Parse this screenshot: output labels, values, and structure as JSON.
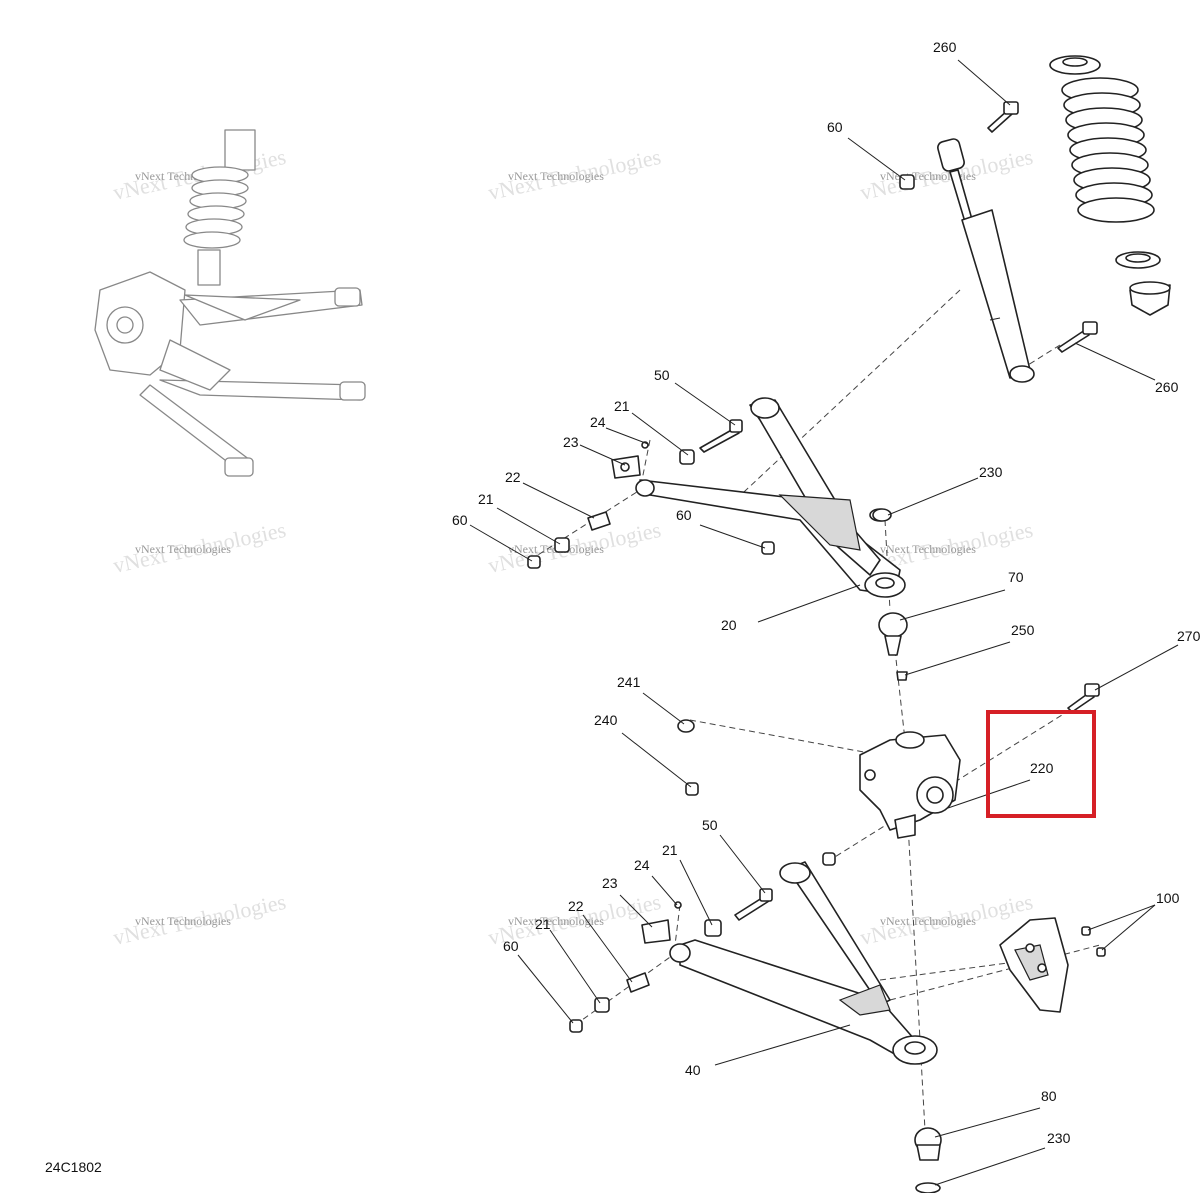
{
  "diagram_code": "24C1802",
  "watermark_text": "vNext Technologies",
  "highlight_color": "#d61f26",
  "highlighted_part": "220",
  "callouts": [
    {
      "id": "c260a",
      "label": "260"
    },
    {
      "id": "c60a",
      "label": "60"
    },
    {
      "id": "c260b",
      "label": "260"
    },
    {
      "id": "c50a",
      "label": "50"
    },
    {
      "id": "c21a",
      "label": "21"
    },
    {
      "id": "c24a",
      "label": "24"
    },
    {
      "id": "c23a",
      "label": "23"
    },
    {
      "id": "c230a",
      "label": "230"
    },
    {
      "id": "c22a",
      "label": "22"
    },
    {
      "id": "c21b",
      "label": "21"
    },
    {
      "id": "c60b",
      "label": "60"
    },
    {
      "id": "c60c",
      "label": "60"
    },
    {
      "id": "c70",
      "label": "70"
    },
    {
      "id": "c20",
      "label": "20"
    },
    {
      "id": "c250",
      "label": "250"
    },
    {
      "id": "c270",
      "label": "270"
    },
    {
      "id": "c241",
      "label": "241"
    },
    {
      "id": "c240",
      "label": "240"
    },
    {
      "id": "c220",
      "label": "220"
    },
    {
      "id": "c50b",
      "label": "50"
    },
    {
      "id": "c21c",
      "label": "21"
    },
    {
      "id": "c24b",
      "label": "24"
    },
    {
      "id": "c23b",
      "label": "23"
    },
    {
      "id": "c22b",
      "label": "22"
    },
    {
      "id": "c21d",
      "label": "21"
    },
    {
      "id": "c60d",
      "label": "60"
    },
    {
      "id": "c100",
      "label": "100"
    },
    {
      "id": "c40",
      "label": "40"
    },
    {
      "id": "c80",
      "label": "80"
    },
    {
      "id": "c230b",
      "label": "230"
    }
  ]
}
